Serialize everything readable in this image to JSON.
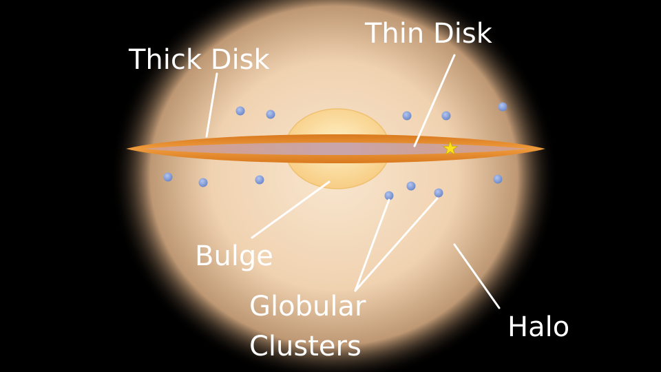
{
  "diagram": {
    "labels": {
      "thick_disk": "Thick Disk",
      "thin_disk": "Thin Disk",
      "bulge": "Bulge",
      "globular_line1": "Globular",
      "globular_line2": "Clusters",
      "halo": "Halo"
    },
    "colors": {
      "background": "#000000",
      "halo_center": "#f7e2c8",
      "halo_edge": "#c9a37e",
      "thick_disk": "#e08a2c",
      "thin_disk": "#cfa7a6",
      "bulge": "#fce1a0",
      "globular_cluster": "#7f98d6",
      "sun_star": "#ffe11a",
      "text": "#ffffff"
    }
  }
}
